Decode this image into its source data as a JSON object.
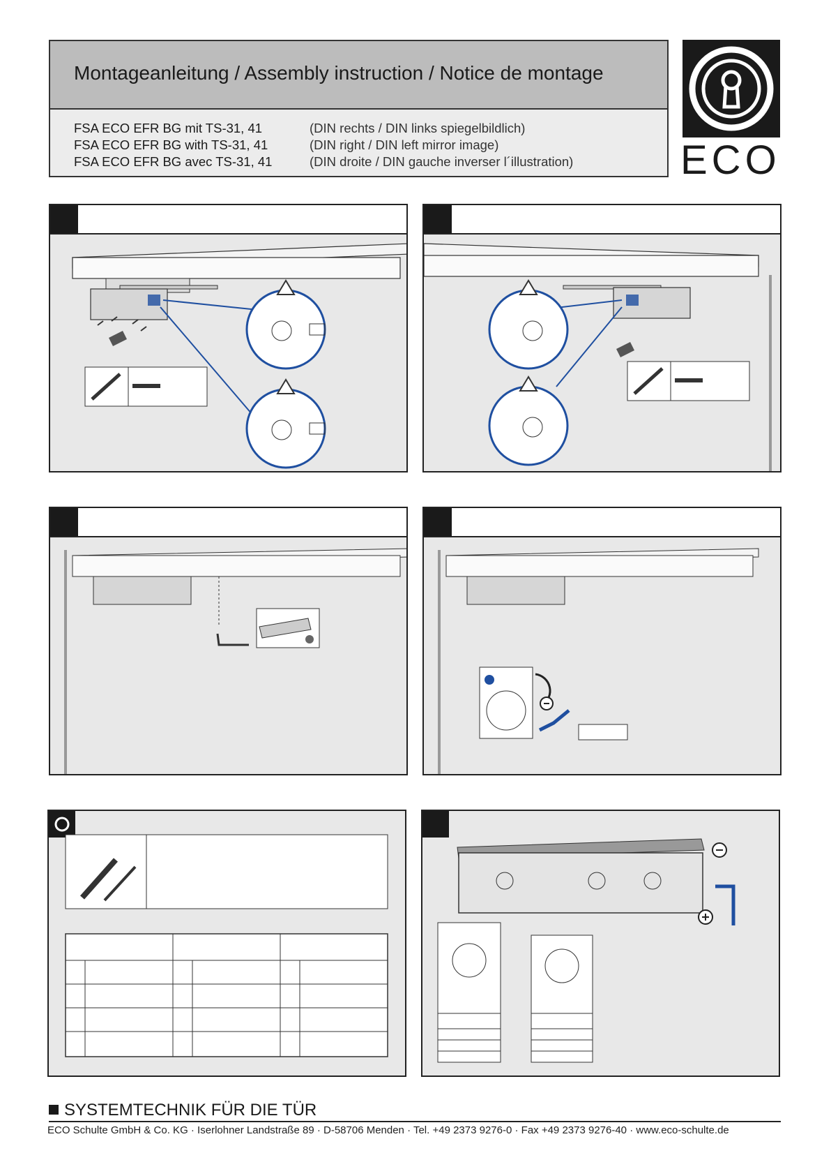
{
  "header": {
    "title": "Montageanleitung / Assembly instruction / Notice de montage",
    "products": [
      {
        "name": "FSA ECO EFR BG mit TS-31, 41",
        "note": "(DIN rechts / DIN links spiegelbildlich)"
      },
      {
        "name": "FSA ECO EFR BG with TS-31, 41",
        "note": "(DIN right / DIN left mirror image)"
      },
      {
        "name": "FSA ECO EFR BG avec TS-31, 41",
        "note": "(DIN droite / DIN gauche inverser l´illustration)"
      }
    ]
  },
  "logo": {
    "text": "ECO"
  },
  "footer": {
    "brand": "SYSTEMTECHNIK FÜR DIE TÜR",
    "address": "ECO Schulte GmbH & Co. KG · Iserlohner Landstraße 89 · D-58706 Menden · Tel. +49 2373 9276-0 · Fax +49 2373 9276-40 · www.eco-schulte.de"
  },
  "colors": {
    "accent": "#1f4fa0",
    "panel_bg": "#e8e8e8",
    "header_band": "#bcbcbc"
  }
}
